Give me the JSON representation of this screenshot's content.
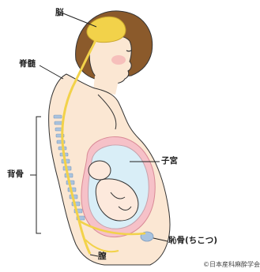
{
  "labels": {
    "brain": "脳",
    "spinal_cord": "脊髄",
    "spine": "背骨",
    "uterus": "子宮",
    "pubic_bone": "恥骨(ちこつ)",
    "vagina": "膣"
  },
  "copyright": "©日本産科麻酔学会",
  "colors": {
    "hair": "#8b5a2b",
    "skin": "#fbe7d3",
    "outline": "#333333",
    "nerve": "#f2d24a",
    "spine_blue": "#a9c3de",
    "uterus_pink": "#f6c1c8",
    "amniotic": "#d9eef7",
    "fetus": "#fde9dc",
    "cheek": "#f5b5b5"
  }
}
